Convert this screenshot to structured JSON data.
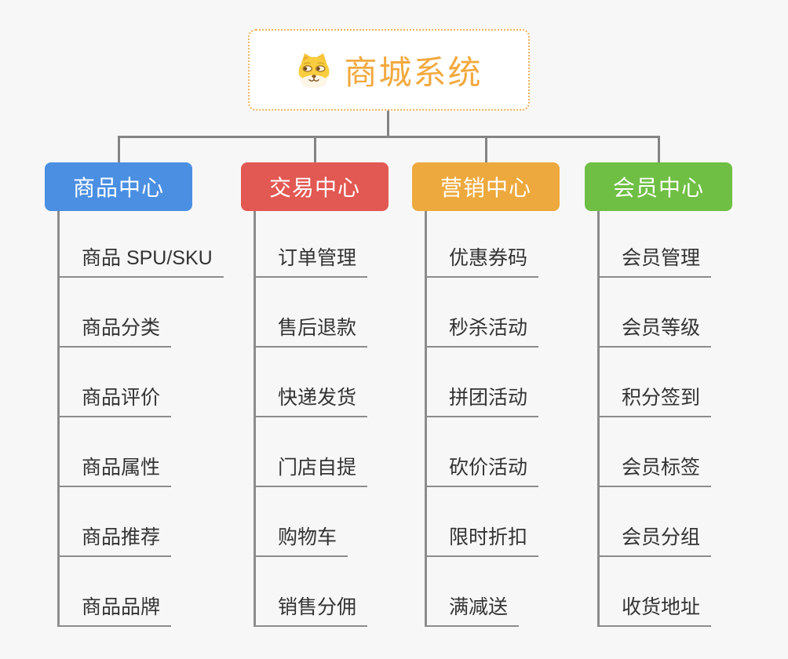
{
  "root": {
    "title": "商城系统",
    "icon": "dog-face-icon"
  },
  "colors": {
    "background": "#f7f7f7",
    "root_border": "#edb35c",
    "root_title": "#f2a93e",
    "connector": "#848484",
    "leaf_underline": "#8c8c8c",
    "leaf_text": "#333333"
  },
  "branches": [
    {
      "label": "商品中心",
      "color": "#4a8fe2",
      "items": [
        "商品 SPU/SKU",
        "商品分类",
        "商品评价",
        "商品属性",
        "商品推荐",
        "商品品牌"
      ]
    },
    {
      "label": "交易中心",
      "color": "#e25852",
      "items": [
        "订单管理",
        "售后退款",
        "快递发货",
        "门店自提",
        "购物车",
        "销售分佣"
      ]
    },
    {
      "label": "营销中心",
      "color": "#eda93d",
      "items": [
        "优惠券码",
        "秒杀活动",
        "拼团活动",
        "砍价活动",
        "限时折扣",
        "满减送"
      ]
    },
    {
      "label": "会员中心",
      "color": "#6fbf44",
      "items": [
        "会员管理",
        "会员等级",
        "积分签到",
        "会员标签",
        "会员分组",
        "收货地址"
      ]
    }
  ]
}
